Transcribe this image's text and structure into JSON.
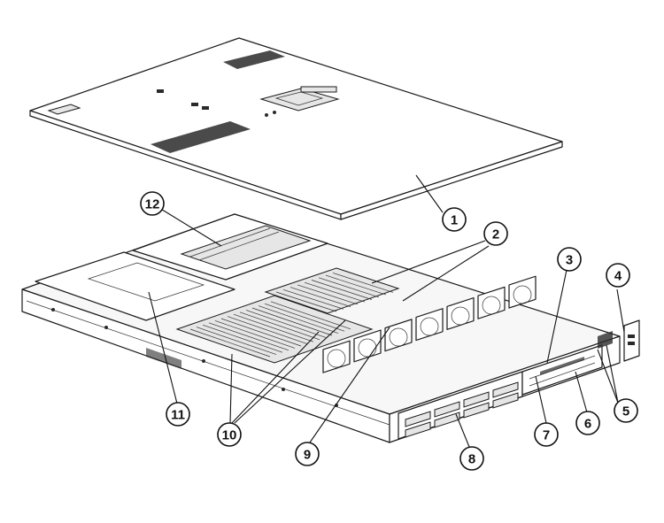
{
  "callouts": [
    {
      "id": "1",
      "label": "1"
    },
    {
      "id": "2",
      "label": "2"
    },
    {
      "id": "3",
      "label": "3"
    },
    {
      "id": "4",
      "label": "4"
    },
    {
      "id": "5",
      "label": "5"
    },
    {
      "id": "6",
      "label": "6"
    },
    {
      "id": "7",
      "label": "7"
    },
    {
      "id": "8",
      "label": "8"
    },
    {
      "id": "9",
      "label": "9"
    },
    {
      "id": "10",
      "label": "10"
    },
    {
      "id": "11",
      "label": "11"
    },
    {
      "id": "12",
      "label": "12"
    }
  ],
  "colors": {
    "line": "#1a1a1a",
    "background": "#ffffff",
    "fill": "#2a2a2a"
  }
}
